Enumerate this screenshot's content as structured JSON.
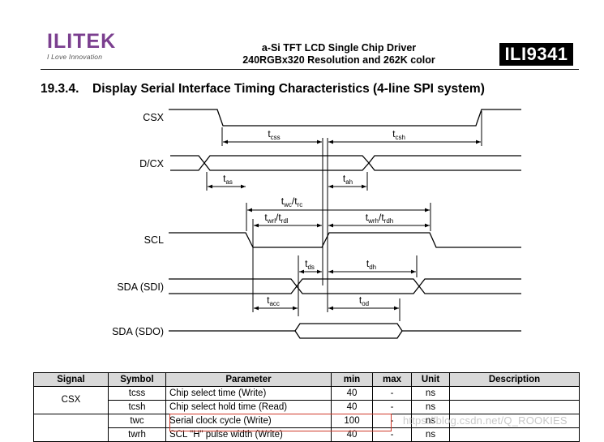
{
  "header": {
    "brand": "ILITEK",
    "tagline": "I Love Innovation",
    "title_line1": "a-Si TFT LCD Single Chip Driver",
    "title_line2": "240RGBx320 Resolution and 262K color",
    "chip": "ILI9341"
  },
  "section": {
    "number": "19.3.4.",
    "title": "Display Serial Interface Timing Characteristics (4-line SPI system)"
  },
  "diagram": {
    "signals": [
      "CSX",
      "D/CX",
      "SCL",
      "SDA (SDI)",
      "SDA (SDO)"
    ],
    "params": {
      "tcss": {
        "base": "t",
        "sub": "css"
      },
      "tcsh": {
        "base": "t",
        "sub": "csh"
      },
      "tas": {
        "base": "t",
        "sub": "as"
      },
      "tah": {
        "base": "t",
        "sub": "ah"
      },
      "twc": {
        "base": "t",
        "sub": "wc",
        "sep": "/",
        "base2": "t",
        "sub2": "rc"
      },
      "twrl": {
        "base": "t",
        "sub": "wrl",
        "sep": "/",
        "base2": "t",
        "sub2": "rdl"
      },
      "twrh": {
        "base": "t",
        "sub": "wrh",
        "sep": "/",
        "base2": "t",
        "sub2": "rdh"
      },
      "tds": {
        "base": "t",
        "sub": "ds"
      },
      "tdh": {
        "base": "t",
        "sub": "dh"
      },
      "tacc": {
        "base": "t",
        "sub": "acc"
      },
      "tod": {
        "base": "t",
        "sub": "od"
      }
    }
  },
  "table": {
    "columns": [
      "Signal",
      "Symbol",
      "Parameter",
      "min",
      "max",
      "Unit",
      "Description"
    ],
    "rows": [
      {
        "signal": "CSX",
        "symbol": "tcss",
        "parameter": "Chip select time (Write)",
        "min": "40",
        "max": "-",
        "unit": "ns",
        "description": ""
      },
      {
        "signal": "",
        "symbol": "tcsh",
        "parameter": "Chip select hold time (Read)",
        "min": "40",
        "max": "-",
        "unit": "ns",
        "description": ""
      },
      {
        "signal": "",
        "symbol": "twc",
        "parameter": "Serial clock cycle (Write)",
        "min": "100",
        "max": "-",
        "unit": "ns",
        "description": ""
      },
      {
        "signal": "",
        "symbol": "twrh",
        "parameter": "SCL \"H\" pulse width (Write)",
        "min": "40",
        "max": "-",
        "unit": "ns",
        "description": ""
      }
    ]
  },
  "watermark": "https://blog.csdn.net/Q_ROOKIES",
  "colors": {
    "brand": "#7b3f8f",
    "highlight": "#d0392b",
    "header_bg": "#d9d9d9"
  }
}
